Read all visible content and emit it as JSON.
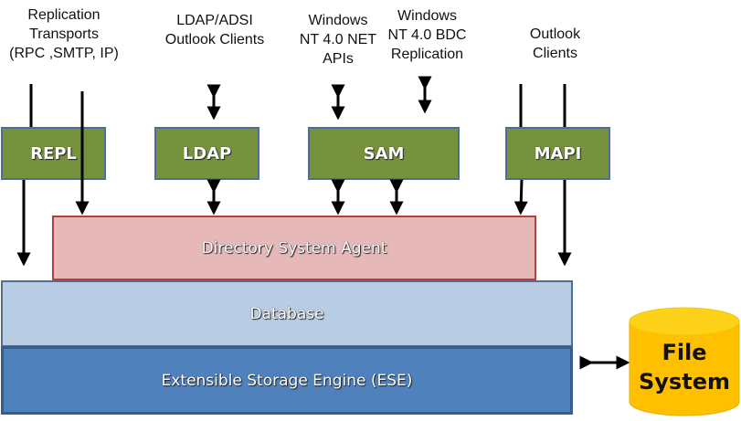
{
  "diagram": {
    "top_labels": {
      "replication": "Replication\nTransports\n(RPC ,SMTP, IP)",
      "ldap_clients": "LDAP/ADSI\nOutlook Clients",
      "nt_net_apis": "Windows\nNT 4.0 NET\nAPIs",
      "nt_bdc": "Windows\nNT 4.0 BDC\nReplication",
      "outlook_clients": "Outlook\nClients"
    },
    "interfaces": {
      "repl": "REPL",
      "ldap": "LDAP",
      "sam": "SAM",
      "mapi": "MAPI"
    },
    "layers": {
      "dsa": "Directory System Agent",
      "database": "Database",
      "ese": "Extensible Storage Engine (ESE)"
    },
    "file_system": "File\nSystem",
    "colors": {
      "interface_fill": "#76923c",
      "interface_border": "#4f6e96",
      "dsa_fill": "#e6b8b7",
      "dsa_border": "#a94442",
      "database_fill": "#b8cce4",
      "ese_fill": "#4f81bd",
      "file_system_fill": "#ffc000"
    }
  }
}
